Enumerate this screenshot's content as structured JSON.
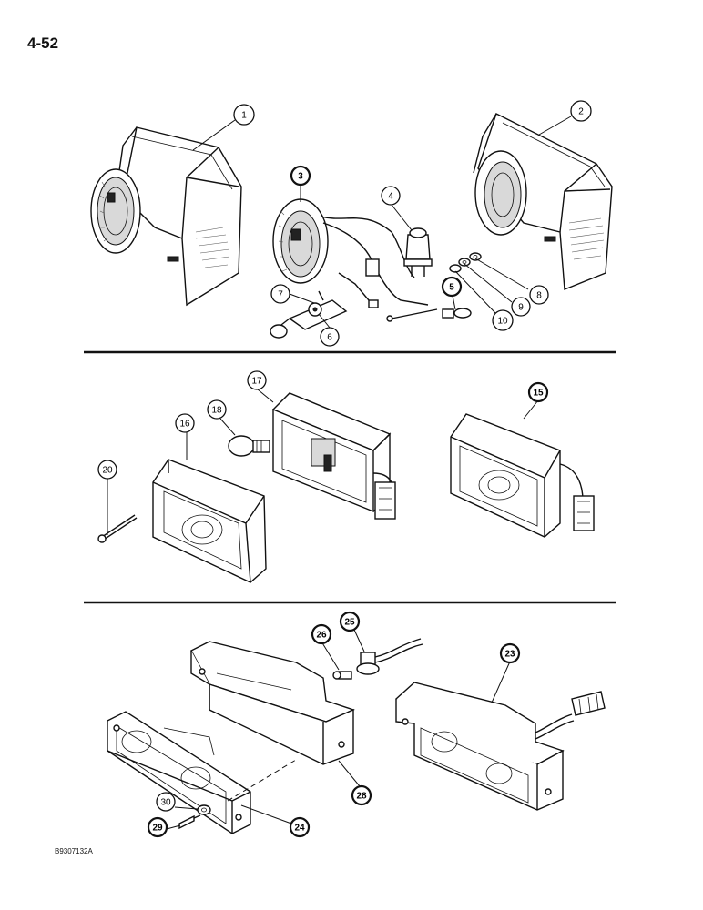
{
  "page_number": "4-52",
  "figure_code": "B9307132A",
  "callouts": [
    "1",
    "2",
    "3",
    "4",
    "5",
    "6",
    "7",
    "8",
    "9",
    "10",
    "15",
    "16",
    "17",
    "18",
    "20",
    "23",
    "24",
    "25",
    "26",
    "28",
    "29",
    "30"
  ]
}
